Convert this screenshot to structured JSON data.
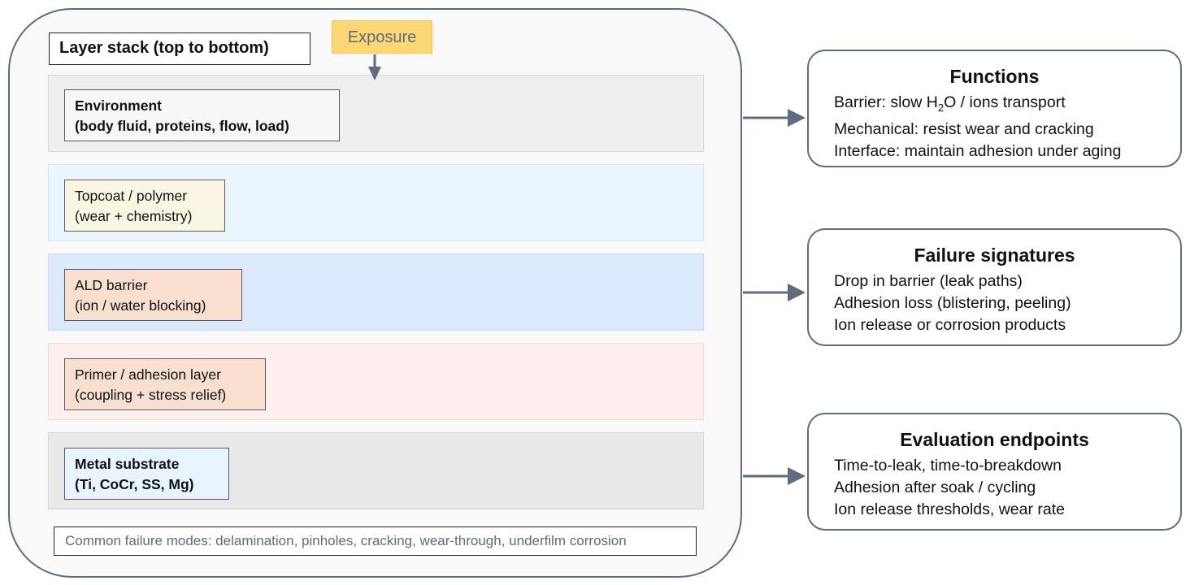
{
  "stack": {
    "title": "Layer stack (top to bottom)",
    "exposure": "Exposure",
    "layers": [
      {
        "line1": "Environment",
        "line2": "(body fluid, proteins, flow, load)"
      },
      {
        "line1": "Topcoat / polymer",
        "line2": "(wear + chemistry)"
      },
      {
        "line1": "ALD barrier",
        "line2": "(ion / water blocking)"
      },
      {
        "line1": "Primer / adhesion layer",
        "line2": "(coupling + stress relief)"
      },
      {
        "line1": "Metal substrate",
        "line2": "(Ti, CoCr, SS, Mg)"
      }
    ],
    "failure_modes": "Common failure modes: delamination, pinholes, cracking, wear-through, underfilm corrosion"
  },
  "cards": {
    "functions": {
      "title": "Functions",
      "line1_prefix": "Barrier: slow H",
      "line1_sub": "2",
      "line1_suffix": "O / ions transport",
      "line2": "Mechanical: resist wear and cracking",
      "line3": "Interface: maintain adhesion under aging"
    },
    "failure": {
      "title": "Failure signatures",
      "lines": [
        "Drop in barrier (leak paths)",
        "Adhesion loss (blistering, peeling)",
        "Ion release or corrosion products"
      ]
    },
    "evaluation": {
      "title": "Evaluation endpoints",
      "lines": [
        "Time-to-leak, time-to-breakdown",
        "Adhesion after soak / cycling",
        "Ion release thresholds, wear rate"
      ]
    }
  },
  "colors": {
    "outline": "#5f6b7e",
    "exposure": "#fbd775",
    "topcoat_band": "#ebf5fe",
    "ald_band": "#dbe9fc",
    "primer_band": "#fdefed"
  }
}
